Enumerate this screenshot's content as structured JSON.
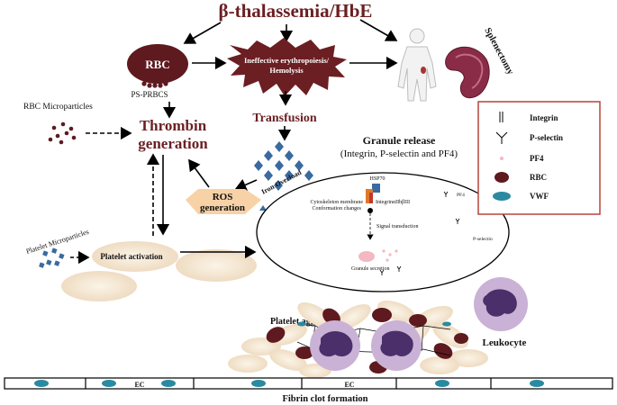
{
  "title": "β-thalassemia/HbE",
  "nodes": {
    "rbc": "RBC",
    "ps_prbcs": "PS-PRBCS",
    "ineffective_line1": "Ineffective erythropoiesis/",
    "ineffective_line2": "Hemolysis",
    "splenectomy": "Splenectomy",
    "rbc_microparticles": "RBC Microparticles",
    "thrombin_line1": "Thrombin",
    "thrombin_line2": "generation",
    "transfusion": "Transfusion",
    "iron_overload": "Iron Overload",
    "ros_line1": "ROS",
    "ros_line2": "generation",
    "granule_release_title": "Granule release",
    "granule_release_sub": "(Integrin, P-selectin and PF4)",
    "platelet_microparticles": "Platelet Microparticles",
    "platelet_activation": "Platelet activation",
    "platelet_aggregation": "Platelet aggregation",
    "leukocyte": "Leukocyte",
    "ec_1": "EC",
    "ec_2": "EC",
    "fibrin": "Fibrin clot formation"
  },
  "cell_detail": {
    "hsp70": "HSP70",
    "cytoskeleton_line1": "Cytoskeleton membrane",
    "cytoskeleton_line2": "Conformation changes",
    "integrin_label": "IntegrinαIIbβIII",
    "signal": "Signal transduction",
    "granule_secretion": "Granule secretion",
    "pf4": "PF4",
    "pselectin": "P-selectin"
  },
  "legend": {
    "items": [
      {
        "label": "Integrin",
        "icon": "integrin-icon"
      },
      {
        "label": "P-selectin",
        "icon": "p-selectin-icon"
      },
      {
        "label": "PF4",
        "icon": "pf4-icon"
      },
      {
        "label": "RBC",
        "icon": "rbc-icon"
      },
      {
        "label": "VWF",
        "icon": "vwf-icon"
      }
    ]
  },
  "colors": {
    "rbc": "#5e1a1f",
    "maroon_text": "#6b1f22",
    "legend_border": "#b5453c",
    "iron": "#3a6aa0",
    "ros_fill": "#f7d2a6",
    "platelet": "#f6ead8",
    "vwf": "#2a8aa0",
    "leukocyte_cell": "#c9b2d6",
    "leukocyte_nucleus": "#4a2f6a"
  }
}
